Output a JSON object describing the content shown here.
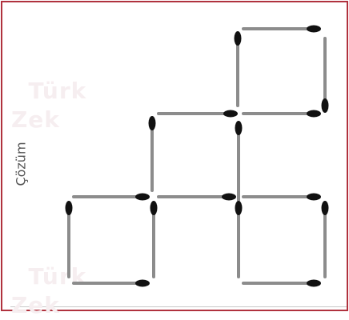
{
  "caption": "Çözüm",
  "watermark": {
    "text_a": "Türk",
    "text_b": "Zek"
  },
  "colors": {
    "frame": "#b0323e",
    "stick": "#8c8c8c",
    "match_head": "#111111"
  },
  "puzzle": {
    "squares_shown": 4,
    "matchsticks_shown": 16
  }
}
